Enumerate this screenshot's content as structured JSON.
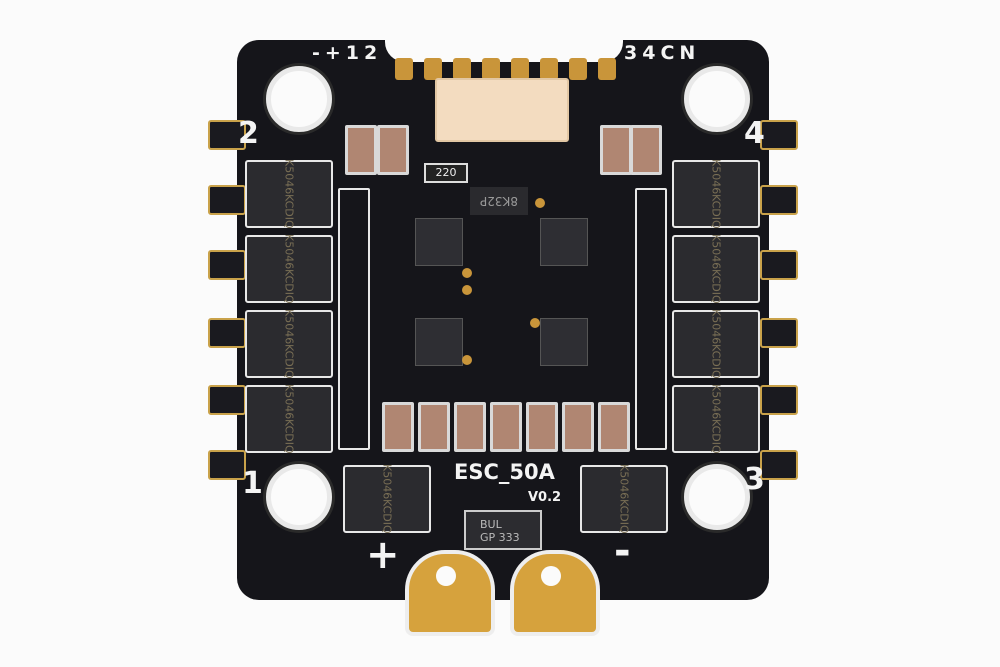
{
  "board": {
    "top_left_label": "-+12",
    "top_right_label": "34CN",
    "motor_labels": {
      "m1": "1",
      "m2": "2",
      "m3": "3",
      "m4": "4"
    },
    "model": "ESC_50A",
    "version": "V0.2",
    "power_plus": "+",
    "power_minus": "-",
    "mosfet_line1": "K5046",
    "mosfet_line2": "KCDIQ",
    "resistor_label": "220",
    "regulator_label": "8K32P",
    "diode_line1": "BUL",
    "diode_line2": "GP 333",
    "colors": {
      "pcb": "#15151a",
      "gold": "#d6a23d",
      "connector": "#f3dcc0",
      "silkscreen": "#f4f4f4"
    }
  }
}
